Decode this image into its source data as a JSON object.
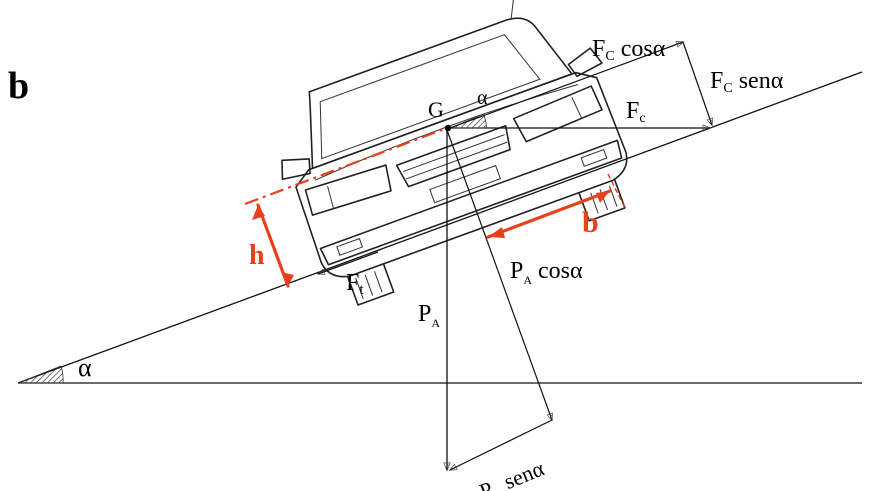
{
  "figure": {
    "panel_label": "b",
    "labels": {
      "fc_cos": "F",
      "fc_cos_sub": "C",
      "fc_cos_rest": " cosα",
      "fc_sen": "F",
      "fc_sen_sub": "C",
      "fc_sen_rest": " senα",
      "fc": "F",
      "fc_sub": "c",
      "g": "G",
      "alpha_top": "α",
      "alpha_base": "α",
      "h": "h",
      "b": "b",
      "ft": "F",
      "ft_sub": "t",
      "pa": "P",
      "pa_sub": "A",
      "pa_cos": "P",
      "pa_cos_sub": "A",
      "pa_cos_rest": " cosα",
      "pa_sen": "P",
      "pa_sen_sub": "A",
      "pa_sen_rest": " senα"
    },
    "colors": {
      "line": "#111111",
      "dimension": "#e8401c",
      "background": "#ffffff"
    }
  }
}
